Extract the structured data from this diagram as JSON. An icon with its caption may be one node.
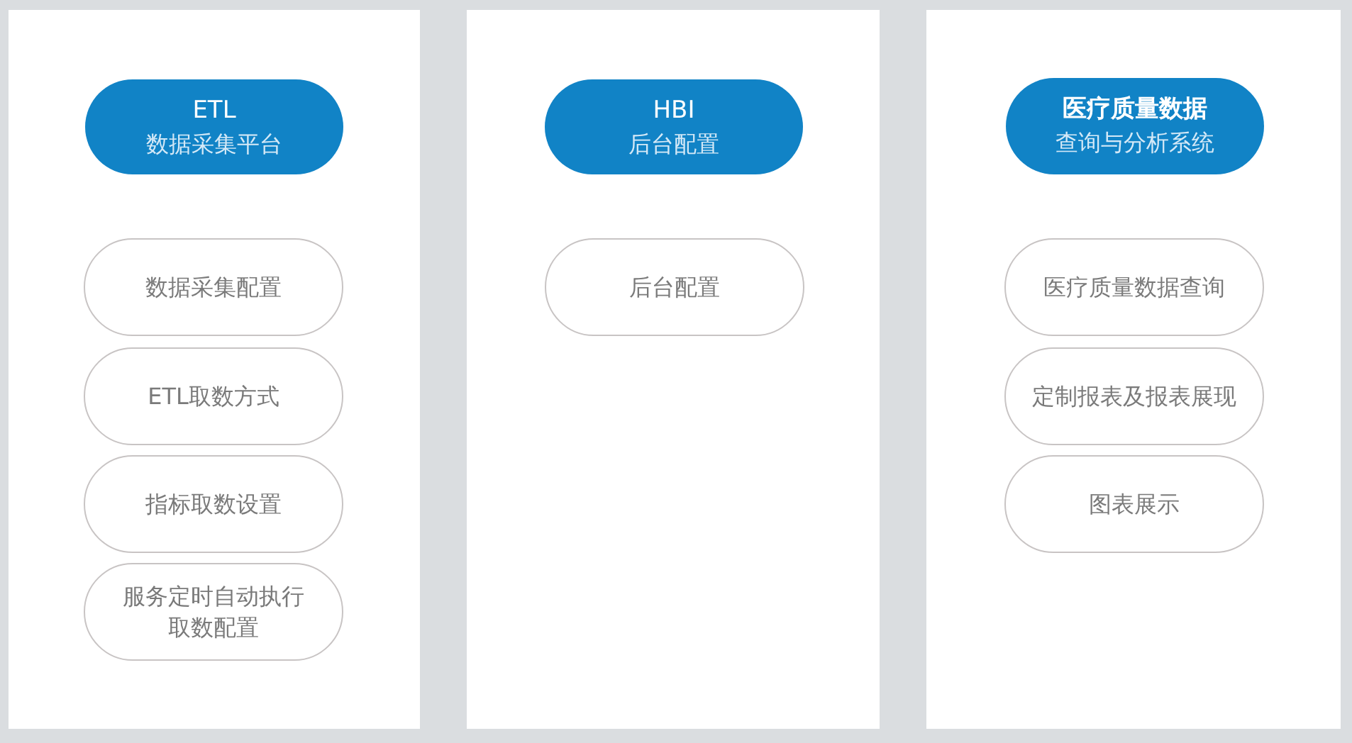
{
  "diagram": {
    "nodes": [
      {
        "text": [],
        "shape": "box"
      },
      {
        "text": [
          "ETL",
          "数据采集平台"
        ],
        "in": 0
      },
      {
        "text": [
          "数据采集配置"
        ],
        "in": 0
      },
      {
        "text": [
          "ETL取数方式"
        ],
        "in": 0
      },
      {
        "text": [
          "指标取数设置"
        ],
        "in": 0
      },
      {
        "text": [
          "服务定时自动执行取数配置"
        ],
        "in": 0
      },
      {
        "text": [],
        "shape": "box"
      },
      {
        "text": [
          "HBI",
          "后台配置"
        ],
        "in": 6
      },
      {
        "text": [
          "后台配置"
        ],
        "in": 6
      },
      {
        "text": [],
        "shape": "box"
      },
      {
        "text": [
          "医疗质量数据",
          "查询与分析系统"
        ],
        "in": 9
      },
      {
        "text": [
          "医疗质量数据查询"
        ],
        "in": 9
      },
      {
        "text": [
          "定制报表及报表展现"
        ],
        "in": 9
      },
      {
        "text": [
          "图表展示"
        ],
        "in": 9
      }
    ]
  }
}
